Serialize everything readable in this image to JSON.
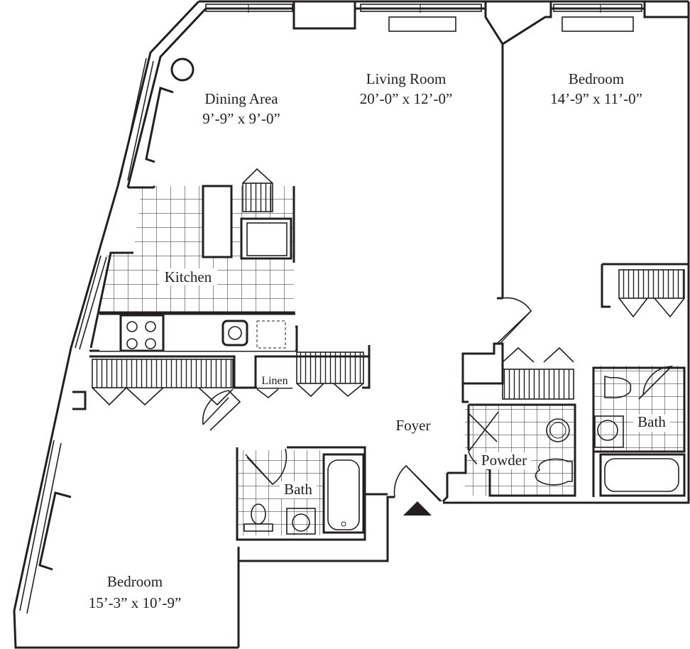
{
  "rooms": {
    "living_room": {
      "name": "Living Room",
      "dims": "20’-0” x 12’-0”"
    },
    "bedroom_ne": {
      "name": "Bedroom",
      "dims": "14’-9” x 11’-0”"
    },
    "dining_area": {
      "name": "Dining Area",
      "dims": "9’-9” x 9’-0”"
    },
    "kitchen": {
      "name": "Kitchen"
    },
    "linen": {
      "name": "Linen"
    },
    "foyer": {
      "name": "Foyer"
    },
    "powder": {
      "name": "Powder"
    },
    "bath_east": {
      "name": "Bath"
    },
    "bath_west": {
      "name": "Bath"
    },
    "bedroom_sw": {
      "name": "Bedroom",
      "dims": "15’-3” x 10’-9”"
    }
  },
  "icons": {
    "entry": "entry-arrow-icon"
  },
  "colors": {
    "line": "#231f20",
    "background": "#ffffff"
  }
}
